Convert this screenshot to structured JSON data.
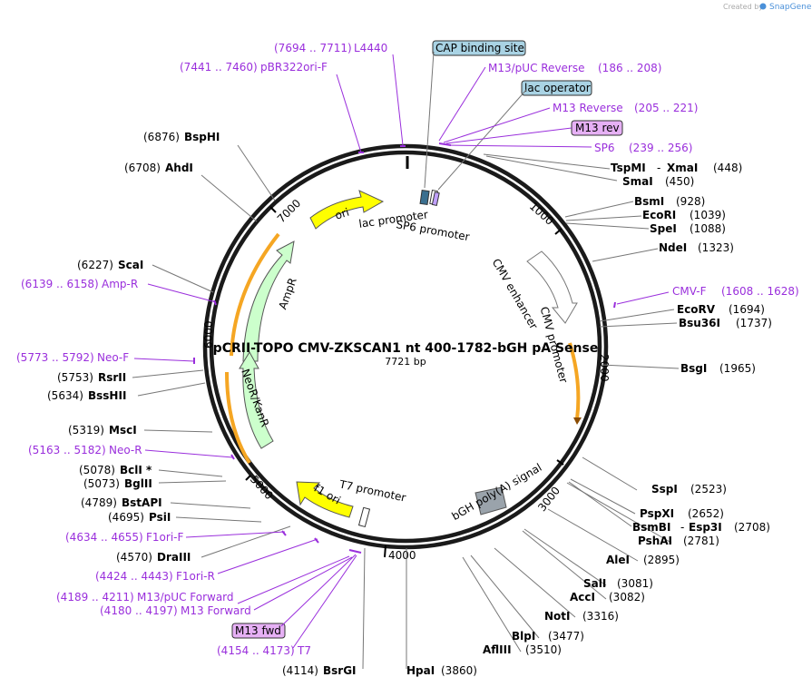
{
  "brand": {
    "created_by": "Created by",
    "name": "SnapGene"
  },
  "plasmid": {
    "name": "pCRII-TOPO CMV-ZKSCAN1 nt 400-1782-bGH pA Sense",
    "size": "7721 bp"
  },
  "colors": {
    "primer": "#9a2fdc",
    "ring": "#1a1a1a",
    "ori": "#ffff00",
    "ampr": "#ccffcc",
    "f1": "#ffff00",
    "orange": "#f5a623"
  },
  "ticks": [
    "7000",
    "1000",
    "2000",
    "3000",
    "4000",
    "5000",
    "6000"
  ],
  "features": {
    "ori": "ori",
    "ampr": "AmpR",
    "neokan": "NeoR/KanR",
    "f1ori": "f1 ori",
    "cmv_enhancer": "CMV enhancer",
    "cmv_promoter": "CMV promoter",
    "lac_promoter": "lac promoter",
    "sp6_promoter": "SP6 promoter",
    "t7_promoter": "T7 promoter",
    "bgh": "bGH poly(A) signal"
  },
  "boxed": {
    "cap": "CAP binding site",
    "lacop": "lac operator",
    "m13rev": "M13 rev",
    "m13fwd": "M13 fwd"
  },
  "sites": [
    {
      "name": "BspHI",
      "pos": "(6876)"
    },
    {
      "name": "AhdI",
      "pos": "(6708)"
    },
    {
      "name": "ScaI",
      "pos": "(6227)"
    },
    {
      "name": "RsrII",
      "pos": "(5753)"
    },
    {
      "name": "BssHII",
      "pos": "(5634)"
    },
    {
      "name": "MscI",
      "pos": "(5319)"
    },
    {
      "name": "BclI *",
      "pos": "(5078)"
    },
    {
      "name": "BglII",
      "pos": "(5073)"
    },
    {
      "name": "BstAPI",
      "pos": "(4789)"
    },
    {
      "name": "PsiI",
      "pos": "(4695)"
    },
    {
      "name": "DraIII",
      "pos": "(4570)"
    },
    {
      "name": "BsrGI",
      "pos": "(4114)"
    },
    {
      "name": "HpaI",
      "pos": "(3860)"
    },
    {
      "name": "AflIII",
      "pos": "(3510)"
    },
    {
      "name": "BlpI",
      "pos": "(3477)"
    },
    {
      "name": "NotI",
      "pos": "(3316)"
    },
    {
      "name": "AccI",
      "pos": "(3082)"
    },
    {
      "name": "SalI",
      "pos": "(3081)"
    },
    {
      "name": "AleI",
      "pos": "(2895)"
    },
    {
      "name": "PshAI",
      "pos": "(2781)"
    },
    {
      "name": "BsmBI",
      "pos": "(2708)"
    },
    {
      "name": "Esp3I",
      "pos": ""
    },
    {
      "name": "PspXI",
      "pos": "(2652)"
    },
    {
      "name": "SspI",
      "pos": "(2523)"
    },
    {
      "name": "BsgI",
      "pos": "(1965)"
    },
    {
      "name": "Bsu36I",
      "pos": "(1737)"
    },
    {
      "name": "EcoRV",
      "pos": "(1694)"
    },
    {
      "name": "NdeI",
      "pos": "(1323)"
    },
    {
      "name": "SpeI",
      "pos": "(1088)"
    },
    {
      "name": "EcoRI",
      "pos": "(1039)"
    },
    {
      "name": "BsmI",
      "pos": "(928)"
    },
    {
      "name": "SmaI",
      "pos": "(450)"
    },
    {
      "name": "TspMI",
      "pos": ""
    },
    {
      "name": "XmaI",
      "pos": "(448)"
    }
  ],
  "primers": [
    {
      "name": "L4440",
      "range": "(7694 .. 7711)"
    },
    {
      "name": "pBR322ori-F",
      "range": "(7441 .. 7460)"
    },
    {
      "name": "Amp-R",
      "range": "(6139 .. 6158)"
    },
    {
      "name": "Neo-F",
      "range": "(5773 .. 5792)"
    },
    {
      "name": "Neo-R",
      "range": "(5163 .. 5182)"
    },
    {
      "name": "F1ori-F",
      "range": "(4634 .. 4655)"
    },
    {
      "name": "F1ori-R",
      "range": "(4424 .. 4443)"
    },
    {
      "name": "M13/pUC Forward",
      "range": "(4189 .. 4211)"
    },
    {
      "name": "M13 Forward",
      "range": "(4180 .. 4197)"
    },
    {
      "name": "T7",
      "range": "(4154 .. 4173)"
    },
    {
      "name": "M13/pUC Reverse",
      "range": "(186 .. 208)"
    },
    {
      "name": "M13 Reverse",
      "range": "(205 .. 221)"
    },
    {
      "name": "SP6",
      "range": "(239 .. 256)"
    },
    {
      "name": "CMV-F",
      "range": "(1608 .. 1628)"
    }
  ]
}
